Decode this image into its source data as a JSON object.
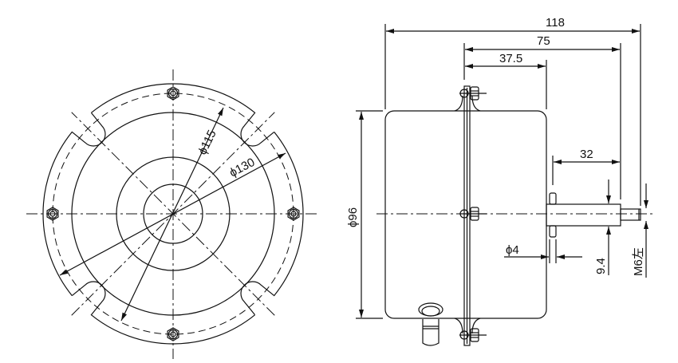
{
  "front_view": {
    "dims": {
      "d115": "ϕ115",
      "d130": "ϕ130"
    }
  },
  "side_view": {
    "dims": {
      "overall": "118",
      "flange_to_shaft_end": "75",
      "flange_to_body": "37.5",
      "shaft_length": "32",
      "body_diameter": "ϕ96",
      "pin_diameter": "ϕ4",
      "shaft_diameter": "9.4",
      "thread": "M6左"
    }
  },
  "colors": {
    "line": "#111111",
    "background": "#ffffff"
  }
}
